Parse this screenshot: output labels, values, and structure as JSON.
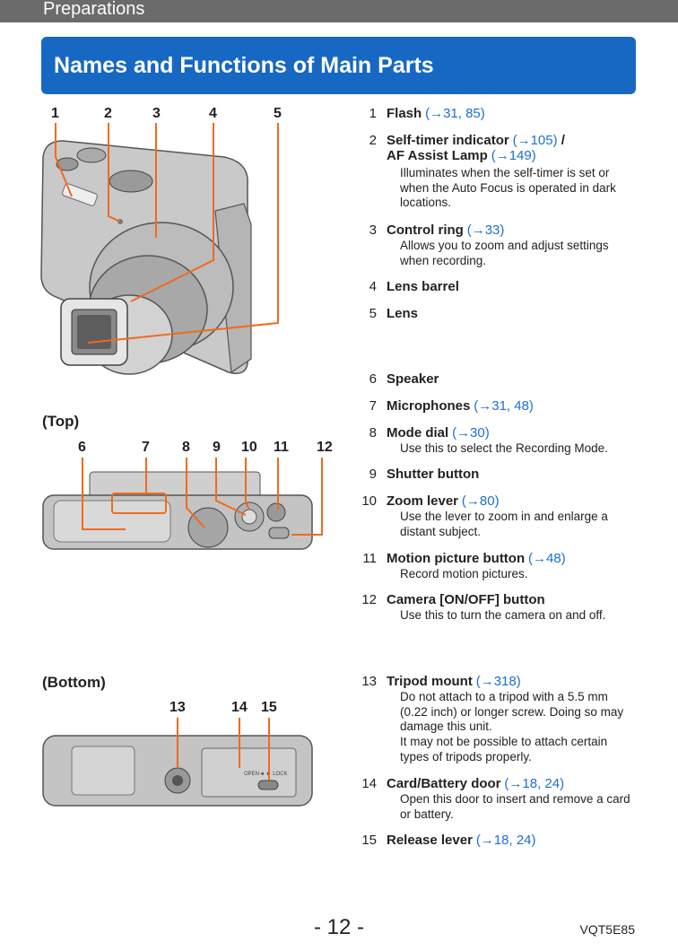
{
  "header": {
    "section": "Preparations",
    "title": "Names and Functions of Main Parts"
  },
  "figures": {
    "front_numbers": [
      "1",
      "2",
      "3",
      "4",
      "5"
    ],
    "top_label": "(Top)",
    "top_numbers": [
      "6",
      "7",
      "8",
      "9",
      "10",
      "11",
      "12"
    ],
    "bottom_label": "(Bottom)",
    "bottom_numbers": [
      "13",
      "14",
      "15"
    ],
    "bottom_door_text": "OPEN◄ ► LOCK"
  },
  "items": [
    {
      "n": "1",
      "name": "Flash",
      "ref": "(→31, 85)",
      "desc": ""
    },
    {
      "n": "2",
      "name": "Self-timer indicator",
      "ref": "(→105)",
      "sep": " /",
      "name2": "AF Assist Lamp",
      "ref2": "(→149)",
      "desc": "Illuminates when the self-timer is set or when the Auto Focus is operated in dark locations."
    },
    {
      "n": "3",
      "name": "Control ring",
      "ref": "(→33)",
      "desc": "Allows you to zoom and adjust settings when recording."
    },
    {
      "n": "4",
      "name": "Lens barrel",
      "ref": "",
      "desc": ""
    },
    {
      "n": "5",
      "name": "Lens",
      "ref": "",
      "desc": ""
    },
    {
      "n": "6",
      "name": "Speaker",
      "ref": "",
      "desc": ""
    },
    {
      "n": "7",
      "name": "Microphones",
      "ref": "(→31, 48)",
      "desc": ""
    },
    {
      "n": "8",
      "name": "Mode dial",
      "ref": "(→30)",
      "desc": "Use this to select the Recording Mode."
    },
    {
      "n": "9",
      "name": "Shutter button",
      "ref": "",
      "desc": ""
    },
    {
      "n": "10",
      "name": "Zoom lever",
      "ref": "(→80)",
      "desc": "Use the lever to zoom in and enlarge a distant subject."
    },
    {
      "n": "11",
      "name": "Motion picture button",
      "ref": "(→48)",
      "desc": "Record motion pictures."
    },
    {
      "n": "12",
      "name": "Camera [ON/OFF] button",
      "ref": "",
      "desc": "Use this to turn the camera on and off."
    },
    {
      "n": "13",
      "name": "Tripod mount",
      "ref": "(→318)",
      "desc": "Do not attach to a tripod with a 5.5 mm (0.22 inch) or longer screw. Doing so may damage this unit.",
      "desc2": "It may not be possible to attach certain types of tripods properly."
    },
    {
      "n": "14",
      "name": "Card/Battery door",
      "ref": "(→18, 24)",
      "desc": "Open this door to insert and remove a card or battery."
    },
    {
      "n": "15",
      "name": "Release lever",
      "ref": "(→18, 24)",
      "desc": ""
    }
  ],
  "footer": {
    "page": "- 12 -",
    "code": "VQT5E85"
  }
}
